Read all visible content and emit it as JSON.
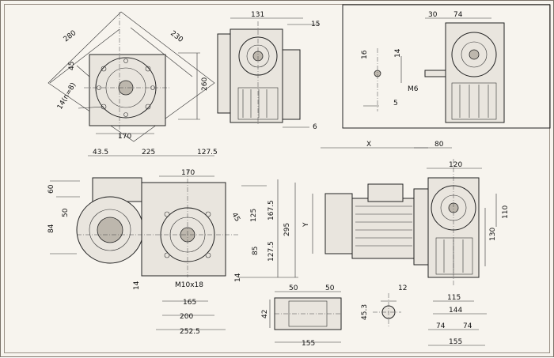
{
  "dims": {
    "d280": "280",
    "d230": "230",
    "d45a": "45",
    "d260": "260",
    "d14n8": "14(n=8)",
    "d170a": "170",
    "d131": "131",
    "d15": "15",
    "d6": "6",
    "d30": "30",
    "d74a": "74",
    "d16": "16",
    "d14a": "14",
    "dM6": "M6",
    "d5": "5",
    "d43_5": "43.5",
    "d225": "225",
    "d127_5a": "127.5",
    "d170b": "170",
    "d60": "60",
    "d84": "84",
    "d50a": "50",
    "d125": "125",
    "d167_5": "167.5",
    "d295": "295",
    "d85": "85",
    "d127_5b": "127.5",
    "d45b": "45",
    "d14b": "14",
    "dM10x18": "M10x18",
    "d14c": "14",
    "d165": "165",
    "d200": "200",
    "d252_5": "252.5",
    "dX": "X",
    "d80": "80",
    "dY": "Y",
    "d120": "120",
    "d110": "110",
    "d130": "130",
    "d115": "115",
    "d144": "144",
    "d74b": "74",
    "d74c": "74",
    "d155b": "155",
    "d50b": "50",
    "d50c": "50",
    "d42": "42",
    "d155a": "155",
    "d12": "12",
    "d45_3": "45.3"
  },
  "colors": {
    "background": "#f7f4ee",
    "line": "#222222",
    "fill": "#e9e5de"
  }
}
